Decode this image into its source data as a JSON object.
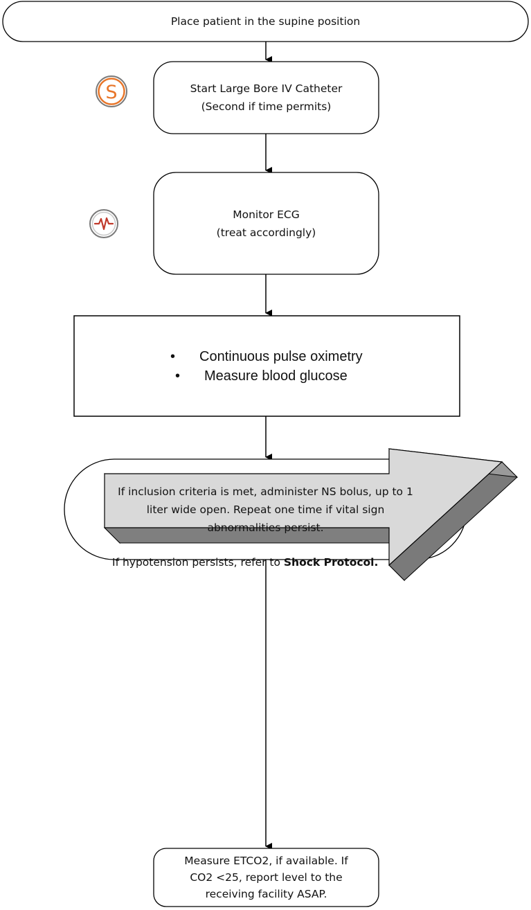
{
  "flowchart": {
    "step_supine": "Place patient in the supine position",
    "step_iv": {
      "line1": "Start Large Bore IV Catheter",
      "line2": "(Second if time permits)",
      "icon": "orange-s-icon",
      "icon_color": "#e8762a"
    },
    "step_ecg": {
      "line1": "Monitor ECG",
      "line2": "(treat accordingly)",
      "icon": "heartbeat-monitor-icon",
      "icon_color": "#c0392b"
    },
    "step_monitoring": {
      "bullets": [
        "Continuous pulse oximetry",
        "Measure blood glucose"
      ]
    },
    "step_fluids": {
      "line1": "If inclusion criteria is met, administer NS bolus, up to 1",
      "line2": "liter wide open. Repeat one time if vital sign",
      "line3": "abnormalities persist."
    },
    "step_shock": {
      "text_prefix": "If hypotension persists, refer to",
      "text_bold": "Shock Protocol."
    },
    "step_etco2": {
      "line1": "Measure ETCO2, if available. If",
      "line2": "CO2 <25, report level to the",
      "line3": "receiving facility ASAP."
    }
  }
}
